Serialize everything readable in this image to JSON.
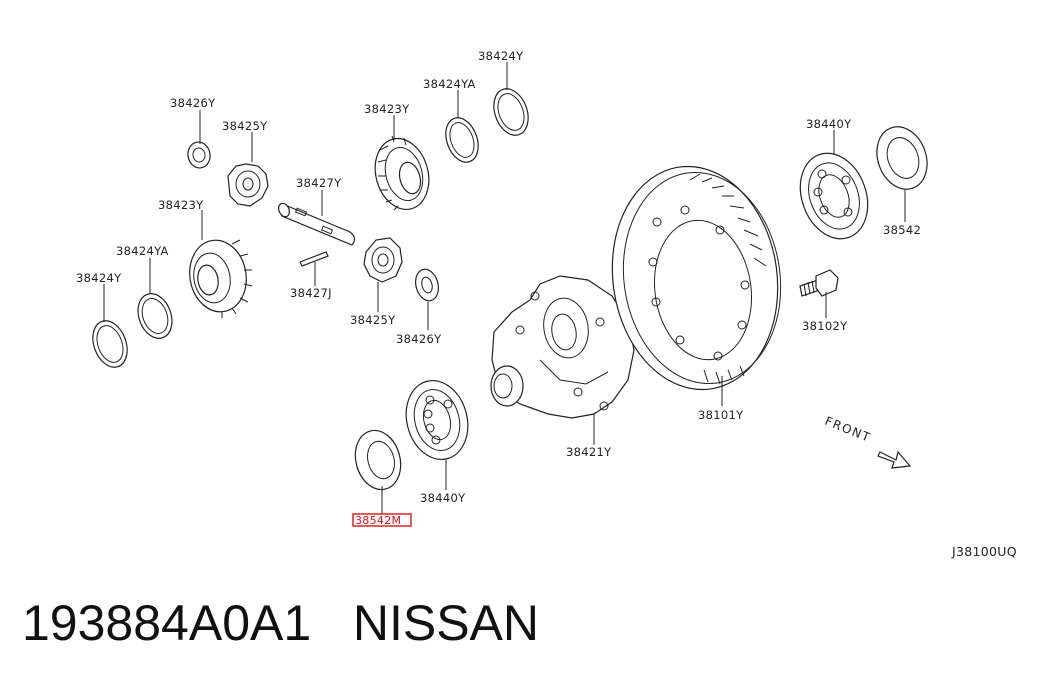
{
  "diagram_code": "J38100UQ",
  "direction_label": "FRONT",
  "highlighted_part": "38542M",
  "parts": {
    "p38424y_top": "38424Y",
    "p38424ya_top": "38424YA",
    "p38423y_top": "38423Y",
    "p38426y_top": "38426Y",
    "p38425y_top": "38425Y",
    "p38427y": "38427Y",
    "p38423y_left": "38423Y",
    "p38424ya_left": "38424YA",
    "p38424y_left": "38424Y",
    "p38427j": "38427J",
    "p38425y_bottom": "38425Y",
    "p38426y_bottom": "38426Y",
    "p38440y_right": "38440Y",
    "p38542": "38542",
    "p38102y": "38102Y",
    "p38101y": "38101Y",
    "p38421y": "38421Y",
    "p38440y_bottom": "38440Y"
  },
  "caption": {
    "part_number": "193884A0A1",
    "brand": "NISSAN"
  }
}
